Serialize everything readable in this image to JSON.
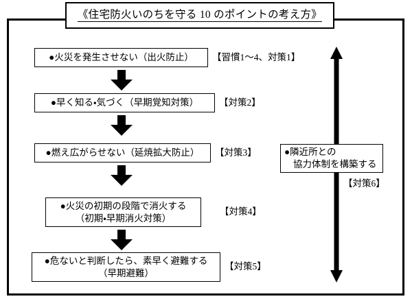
{
  "title": {
    "text": "《住宅防火いのちを守る 10 のポイントの考え方》"
  },
  "flow_steps": [
    {
      "id": "step-1",
      "lines": [
        "●火災を発生させない（出火防止）"
      ],
      "label": "【習慣1～4、対策1】"
    },
    {
      "id": "step-2",
      "lines": [
        "●早く知る・気づく（早期覚知対策）"
      ],
      "label": "【対策2】"
    },
    {
      "id": "step-3",
      "lines": [
        "●燃え広がらせない（延焼拡大防止）"
      ],
      "label": "【対策3】"
    },
    {
      "id": "step-4",
      "lines": [
        "●火災の初期の段階で消火する",
        "（初期・早期消火対策）"
      ],
      "label": "【対策4】"
    },
    {
      "id": "step-5",
      "lines": [
        "●危ないと判断したら、素早く避難する",
        "（早期避難）"
      ],
      "label": "【対策5】"
    }
  ],
  "side_note": {
    "lines": [
      "●隣近所との",
      "協力体制を構築する"
    ],
    "label": "【対策6】"
  },
  "connectors": {
    "down_arrow_count": 4,
    "down_arrow_name": "down-block-arrow",
    "double_arrow_name": "vertical-double-arrow"
  },
  "colors": {
    "ink": "#000000",
    "paper": "#ffffff"
  }
}
